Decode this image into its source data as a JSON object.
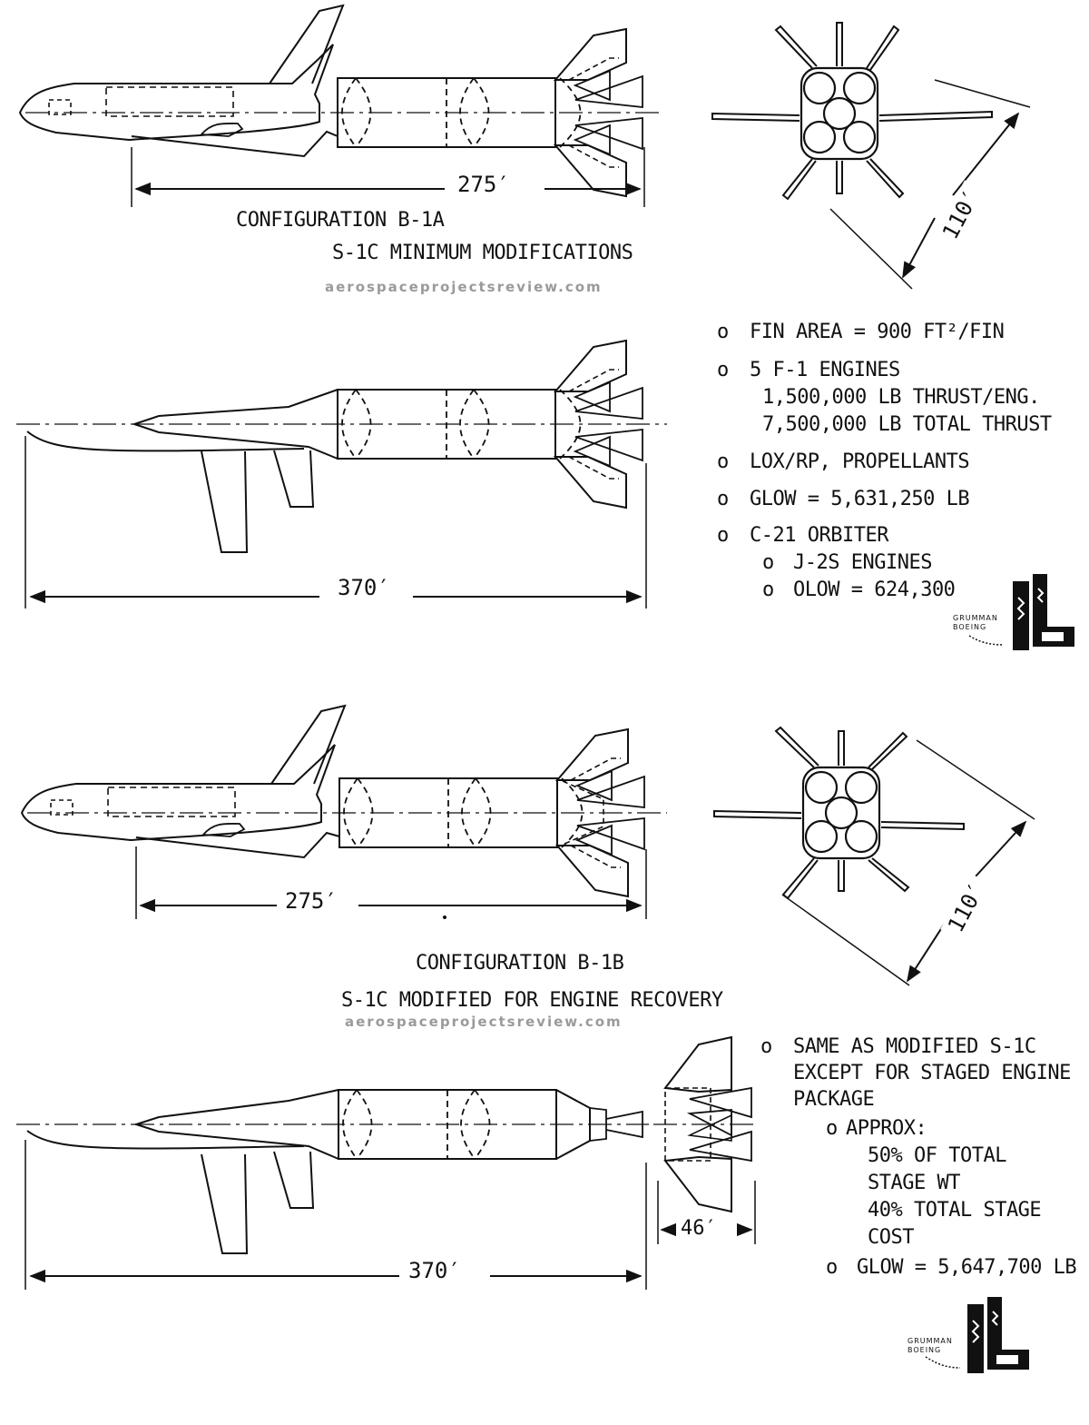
{
  "config_a": {
    "title": "CONFIGURATION B-1A",
    "subtitle": "S-1C MINIMUM MODIFICATIONS",
    "length_mated": "275′",
    "length_booster": "370′",
    "span": "110′",
    "notes": [
      {
        "bullet": "o",
        "text": "FIN AREA = 900 FT²/FIN"
      },
      {
        "bullet": "o",
        "text": "5 F-1 ENGINES"
      },
      {
        "bullet": "",
        "text": "1,500,000 LB THRUST/ENG."
      },
      {
        "bullet": "",
        "text": "7,500,000 LB TOTAL THRUST"
      },
      {
        "bullet": "o",
        "text": "LOX/RP, PROPELLANTS"
      },
      {
        "bullet": "o",
        "text": "GLOW = 5,631,250 LB"
      },
      {
        "bullet": "o",
        "text": "C-21 ORBITER"
      },
      {
        "bullet": "o",
        "text": "J-2S ENGINES"
      },
      {
        "bullet": "o",
        "text": "OLOW = 624,300"
      }
    ]
  },
  "config_b": {
    "title": "CONFIGURATION B-1B",
    "subtitle": "S-1C MODIFIED FOR ENGINE RECOVERY",
    "length_mated": "275′",
    "length_booster": "370′",
    "length_engine_pkg": "46′",
    "span": "110′",
    "notes": [
      {
        "bullet": "o",
        "text": "SAME AS MODIFIED S-1C"
      },
      {
        "bullet": "",
        "text": "EXCEPT FOR STAGED ENGINE"
      },
      {
        "bullet": "",
        "text": "PACKAGE"
      },
      {
        "bullet": "o",
        "text": "APPROX:"
      },
      {
        "bullet": "",
        "text": "50% OF TOTAL"
      },
      {
        "bullet": "",
        "text": "STAGE WT"
      },
      {
        "bullet": "",
        "text": "40% TOTAL STAGE"
      },
      {
        "bullet": "",
        "text": "COST"
      },
      {
        "bullet": "o",
        "text": "GLOW = 5,647,700 LB"
      }
    ]
  },
  "watermark": "aerospaceprojectsreview.com",
  "logo": {
    "line1": "GRUMMAN",
    "line2": "BOEING"
  },
  "colors": {
    "ink": "#111111",
    "paper": "#ffffff",
    "watermark": "#9a9a9a"
  }
}
